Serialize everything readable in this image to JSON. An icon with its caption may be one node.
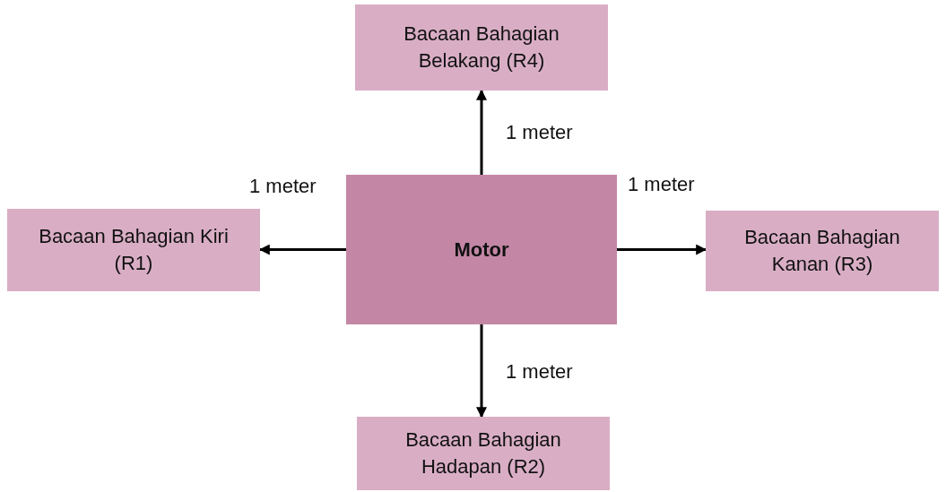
{
  "diagram": {
    "nodes": [
      {
        "text": [
          "Bacaan Bahagian Belakang (R4)"
        ]
      },
      {
        "text": [
          "Bacaan Bahagian Kiri (R1)"
        ]
      },
      {
        "text": [
          "Motor"
        ]
      },
      {
        "text": [
          "Bacaan Bahagian Kanan (R3)"
        ]
      },
      {
        "text": [
          "Bacaan Bahagian Hadapan (R2)"
        ]
      }
    ],
    "edges": [
      {
        "from": 2,
        "to": 0,
        "arrow": "to",
        "label": "1 meter"
      },
      {
        "from": 2,
        "to": 1,
        "arrow": "to",
        "label": "1 meter"
      },
      {
        "from": 2,
        "to": 3,
        "arrow": "to",
        "label": "1 meter"
      },
      {
        "from": 2,
        "to": 4,
        "arrow": "to",
        "label": "1 meter"
      }
    ]
  }
}
